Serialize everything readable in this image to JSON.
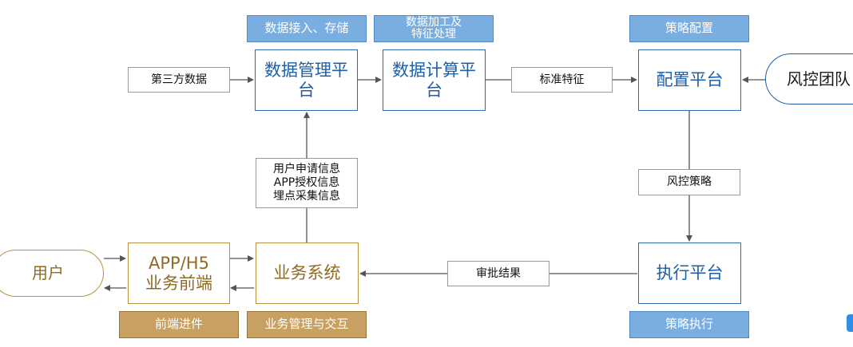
{
  "tags": {
    "data_ingest": "数据接入、存储",
    "data_processing": "数据加工及\n特征处理",
    "strategy_config": "策略配置",
    "frontend_feed": "前端进件",
    "biz_mgmt": "业务管理与交互",
    "strategy_exec": "策略执行"
  },
  "nodes": {
    "data_mgmt_platform": "数据管理平\n台",
    "data_compute_platform": "数据计算平\n台",
    "config_platform": "配置平台",
    "risk_team": "风控团队",
    "user": "用户",
    "app_frontend": "APP/H5\n业务前端",
    "business_system": "业务系统",
    "exec_platform": "执行平台"
  },
  "labels": {
    "third_party_data": "第三方数据",
    "standard_features": "标准特征",
    "user_info": "用户申请信息\nAPP授权信息\n埋点采集信息",
    "risk_strategy": "风控策略",
    "approval_result": "审批结果"
  },
  "colors": {
    "blue_node": "#2e6db0",
    "gold_node": "#b8913f",
    "tag_blue": "#7aaee0",
    "tag_gold": "#c8a062",
    "arrow": "#555555"
  }
}
